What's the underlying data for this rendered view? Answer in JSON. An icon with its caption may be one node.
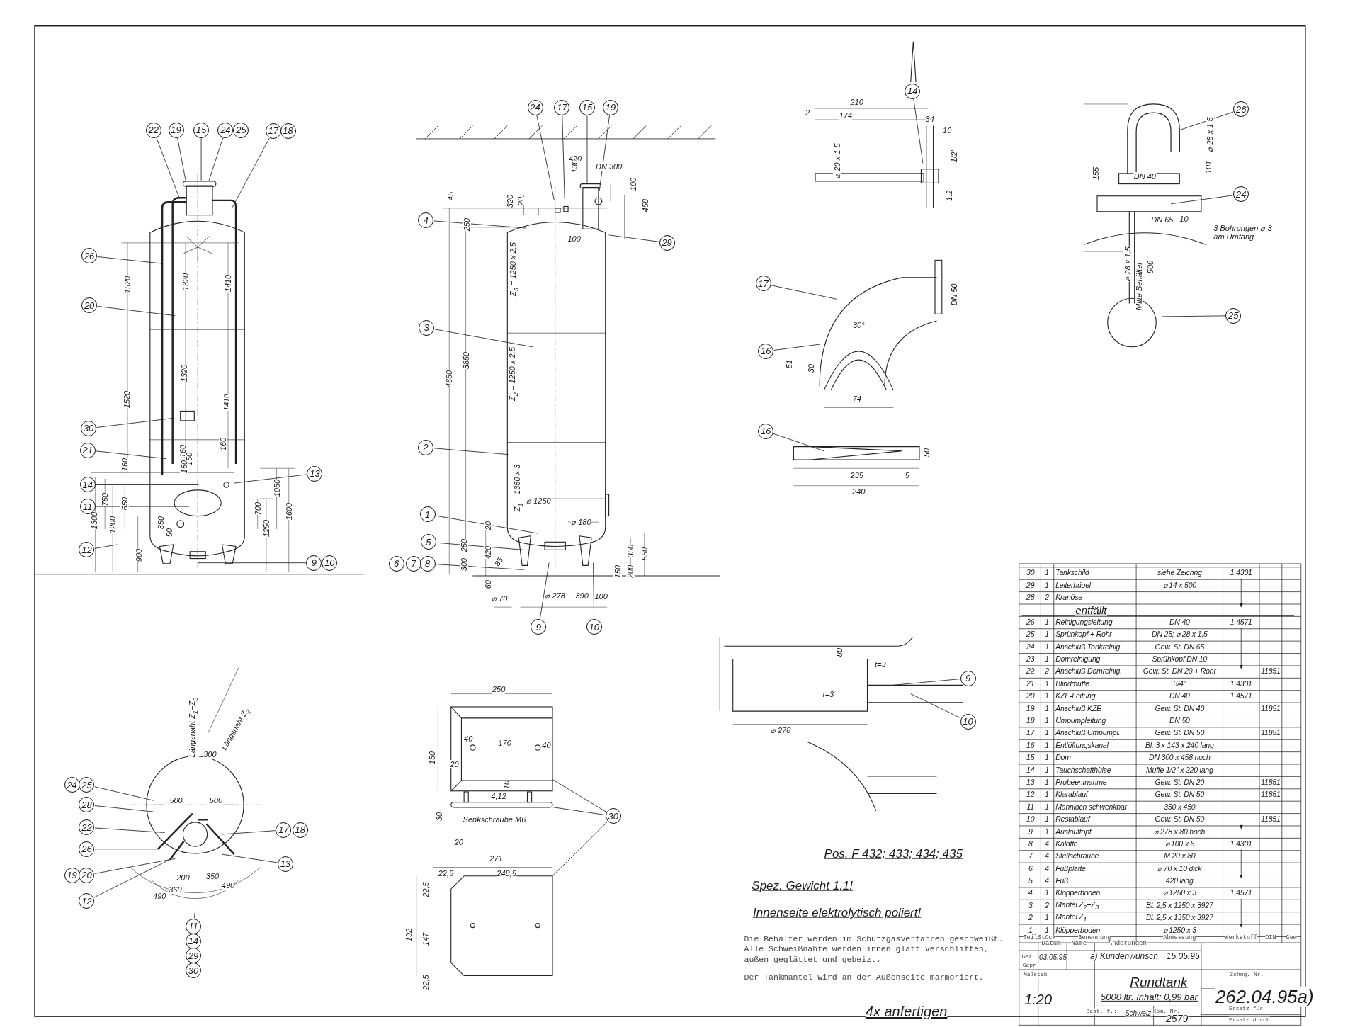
{
  "diagram": {
    "nodes": [
      {
        "text": [
          "22"
        ]
      },
      {
        "text": [
          "19"
        ]
      },
      {
        "text": [
          "15"
        ]
      },
      {
        "text": [
          "24"
        ]
      },
      {
        "text": [
          "25"
        ]
      },
      {
        "text": [
          "17"
        ]
      },
      {
        "text": [
          "18"
        ]
      },
      {
        "text": [
          "26"
        ]
      },
      {
        "text": [
          "20"
        ]
      },
      {
        "text": [
          "30"
        ]
      },
      {
        "text": [
          "21"
        ]
      },
      {
        "text": [
          "14"
        ]
      },
      {
        "text": [
          "11"
        ]
      },
      {
        "text": [
          "12"
        ]
      },
      {
        "text": [
          "13"
        ]
      },
      {
        "text": [
          "9"
        ]
      },
      {
        "text": [
          "10"
        ]
      },
      {
        "text": [
          "24"
        ]
      },
      {
        "text": [
          "17"
        ]
      },
      {
        "text": [
          "15"
        ]
      },
      {
        "text": [
          "19"
        ]
      },
      {
        "text": [
          "4"
        ]
      },
      {
        "text": [
          "29"
        ]
      },
      {
        "text": [
          "3"
        ]
      },
      {
        "text": [
          "2"
        ]
      },
      {
        "text": [
          "1"
        ]
      },
      {
        "text": [
          "5"
        ]
      },
      {
        "text": [
          "6"
        ]
      },
      {
        "text": [
          "7"
        ]
      },
      {
        "text": [
          "8"
        ]
      },
      {
        "text": [
          "9"
        ]
      },
      {
        "text": [
          "10"
        ]
      },
      {
        "text": [
          "14"
        ]
      },
      {
        "text": [
          "26"
        ]
      },
      {
        "text": [
          "24"
        ]
      },
      {
        "text": [
          "25"
        ]
      },
      {
        "text": [
          "17"
        ]
      },
      {
        "text": [
          "16"
        ]
      },
      {
        "text": [
          "16"
        ]
      },
      {
        "text": [
          "24"
        ]
      },
      {
        "text": [
          "25"
        ]
      },
      {
        "text": [
          "28"
        ]
      },
      {
        "text": [
          "22"
        ]
      },
      {
        "text": [
          "26"
        ]
      },
      {
        "text": [
          "19"
        ]
      },
      {
        "text": [
          "20"
        ]
      },
      {
        "text": [
          "12"
        ]
      },
      {
        "text": [
          "17"
        ]
      },
      {
        "text": [
          "18"
        ]
      },
      {
        "text": [
          "13"
        ]
      },
      {
        "text": [
          "11"
        ]
      },
      {
        "text": [
          "14"
        ]
      },
      {
        "text": [
          "29"
        ]
      },
      {
        "text": [
          "30"
        ]
      },
      {
        "text": [
          "30"
        ]
      },
      {
        "text": [
          "9"
        ]
      },
      {
        "text": [
          "10"
        ]
      },
      {
        "text": [],
        "shape": "picture"
      },
      {
        "text": [],
        "shape": "picture"
      },
      {
        "text": [],
        "shape": "picture"
      }
    ],
    "edges": [
      {
        "from": 0,
        "to": null,
        "arrow": "none"
      },
      {
        "from": 1,
        "to": null,
        "arrow": "none"
      },
      {
        "from": 2,
        "to": null,
        "arrow": "none"
      },
      {
        "from": 3,
        "to": null,
        "arrow": "none"
      },
      {
        "from": 5,
        "to": null,
        "arrow": "none"
      },
      {
        "from": 7,
        "to": null,
        "arrow": "none"
      },
      {
        "from": 8,
        "to": null,
        "arrow": "none"
      },
      {
        "from": 9,
        "to": null,
        "arrow": "none"
      },
      {
        "from": 10,
        "to": null,
        "arrow": "none"
      },
      {
        "from": 11,
        "to": null,
        "arrow": "none"
      },
      {
        "from": 12,
        "to": null,
        "arrow": "none"
      },
      {
        "from": 13,
        "to": null,
        "arrow": "none"
      },
      {
        "from": 14,
        "to": null,
        "arrow": "none"
      },
      {
        "from": 15,
        "to": null,
        "arrow": "none"
      },
      {
        "from": 17,
        "to": null,
        "arrow": "none"
      },
      {
        "from": 18,
        "to": null,
        "arrow": "none"
      },
      {
        "from": 19,
        "to": null,
        "arrow": "none"
      },
      {
        "from": 20,
        "to": null,
        "arrow": "none"
      },
      {
        "from": 21,
        "to": null,
        "arrow": "none"
      },
      {
        "from": 22,
        "to": null,
        "arrow": "none"
      },
      {
        "from": 23,
        "to": null,
        "arrow": "none"
      },
      {
        "from": 24,
        "to": null,
        "arrow": "none"
      },
      {
        "from": 25,
        "to": null,
        "arrow": "none"
      },
      {
        "from": 26,
        "to": null,
        "arrow": "none"
      },
      {
        "from": 29,
        "to": null,
        "arrow": "none"
      },
      {
        "from": 30,
        "to": null,
        "arrow": "none"
      },
      {
        "from": 31,
        "to": null,
        "arrow": "none"
      },
      {
        "from": 32,
        "to": null,
        "arrow": "none"
      },
      {
        "from": 33,
        "to": null,
        "arrow": "none"
      },
      {
        "from": 34,
        "to": null,
        "arrow": "none"
      },
      {
        "from": 35,
        "to": null,
        "arrow": "none"
      },
      {
        "from": 36,
        "to": null,
        "arrow": "none"
      },
      {
        "from": 37,
        "to": null,
        "arrow": "none"
      },
      {
        "from": 38,
        "to": null,
        "arrow": "none"
      },
      {
        "from": 40,
        "to": null,
        "arrow": "none"
      },
      {
        "from": 41,
        "to": null,
        "arrow": "none"
      },
      {
        "from": 42,
        "to": null,
        "arrow": "none"
      },
      {
        "from": 43,
        "to": null,
        "arrow": "none"
      },
      {
        "from": 45,
        "to": null,
        "arrow": "none"
      },
      {
        "from": 46,
        "to": null,
        "arrow": "none"
      },
      {
        "from": 47,
        "to": null,
        "arrow": "none"
      },
      {
        "from": 49,
        "to": null,
        "arrow": "none"
      },
      {
        "from": 50,
        "to": null,
        "arrow": "none"
      },
      {
        "from": 54,
        "to": 57,
        "arrow": "none"
      },
      {
        "from": 54,
        "to": 58,
        "arrow": "none"
      },
      {
        "from": 54,
        "to": 59,
        "arrow": "none"
      },
      {
        "from": 55,
        "to": null,
        "arrow": "none"
      },
      {
        "from": 56,
        "to": null,
        "arrow": "none"
      }
    ],
    "labels": [
      "1520",
      "1320",
      "1410",
      "1520",
      "1320",
      "1410",
      "160",
      "150",
      "160",
      "150",
      "160",
      "1050",
      "750",
      "650",
      "700",
      "1600",
      "1300",
      "350",
      "1200",
      "1250",
      "50",
      "900",
      "420",
      "DN 300",
      "45",
      "320",
      "20",
      "136",
      "100",
      "458",
      "250",
      "100",
      "Z$_{3}$ = 1250 x 2,5",
      "3850",
      "Z$_{2}$ = 1250 x 2,5",
      "4650",
      "Z$_{1}$ = 1350 x 3",
      "⌀ 1250",
      "20",
      "⌀ 180",
      "250",
      "420",
      "350",
      "550",
      "300",
      "85",
      "150",
      "200",
      "60",
      "⌀ 70",
      "⌀ 278",
      "390",
      "100",
      "210",
      "174",
      "2",
      "34",
      "10",
      "⌀ 20 x 1,5",
      "1/2\"",
      "1:2",
      "⌀ 28 x 1,5",
      "155",
      "101",
      "DN 40",
      "DN 65",
      "10",
      "3 Bohrungen ⌀ 3 am Umfang",
      "⌀ 28 x 1,5",
      "500",
      "Mitte Behälter",
      "DN 50",
      "30°",
      "51",
      "30",
      "74",
      "50",
      "235",
      "5",
      "240",
      "80",
      "t=3",
      "t=3",
      "⌀ 278",
      "Längsnaht Z$_{1}$+Z$_{3}$",
      "Längsnaht Z$_{2}$",
      "300",
      "500",
      "500",
      "200",
      "350",
      "490",
      "360",
      "490",
      "250",
      "40",
      "170",
      "40",
      "150",
      "20",
      "10",
      "4,12",
      "30",
      "Senkschraube M6",
      "20",
      "271",
      "22,5",
      "248,5",
      "22,5",
      "192",
      "147",
      "22,5",
      "Pos. F 432; 433; 434; 435",
      "Spez. Gewicht 1,1!",
      "Innenseite elektrolytisch poliert!",
      "Die Behälter werden im Schutzgasverfahren geschweißt. Alle Schweißnähte werden innen glatt verschliffen, außen geglättet und gebeizt.",
      "Der Tankmantel wird an der Außenseite marmoriert.",
      "4x anfertigen",
      "30",
      "1",
      "Tankschild",
      "siehe Zeichng",
      "1.4301",
      "29",
      "1",
      "Leiterbügel",
      "⌀ 14 x 500",
      "28",
      "2",
      "Kranöse",
      "entfällt",
      "26",
      "1",
      "Reinigungsleitung",
      "DN 40",
      "1.4571",
      "25",
      "1",
      "Sprühkopf + Rohr",
      "DN 25; ⌀ 28 x 1,5",
      "24",
      "1",
      "Anschluß Tankreinig.",
      "Gew. St. DN 65",
      "23",
      "1",
      "Domreinigung",
      "Sprühkopf DN 10",
      "22",
      "2",
      "Anschluß Domreinig.",
      "Gew. St. DN 20 + Rohr",
      "11851",
      "21",
      "1",
      "Blindmuffe",
      "3/4\"",
      "1.4301",
      "20",
      "1",
      "KZE-Leitung",
      "DN 40",
      "1.4571",
      "19",
      "1",
      "Anschluß KZE",
      "Gew. St. DN 40",
      "11851",
      "18",
      "1",
      "Umpumpleitung",
      "DN 50",
      "17",
      "1",
      "Anschluß Umpumpl.",
      "Gew. St. DN 50",
      "11851",
      "16",
      "1",
      "Entlüftungskanal",
      "Bl. 3 x 143 x 240 lang",
      "15",
      "1",
      "Dom",
      "DN 300 x 458 hoch",
      "14",
      "1",
      "Tauchschafthülse",
      "Muffe 1/2\" x 220 lang",
      "13",
      "1",
      "Probeentnahme",
      "Gew. St. DN 20",
      "11851",
      "12",
      "1",
      "Klarablauf",
      "Gew. St. DN 50",
      "11851",
      "11",
      "1",
      "Mannloch schwenkbar",
      "350 x 450",
      "10",
      "1",
      "Restablauf",
      "Gew. St. DN 50",
      "11851",
      "9",
      "1",
      "Auslauftopf",
      "⌀ 278 x 80 hoch",
      "8",
      "4",
      "Kalotte",
      "⌀ 100 x 6",
      "1.4301",
      "7",
      "4",
      "Stellschraube",
      "M 20 x 80",
      "6",
      "4",
      "Fußplatte",
      "⌀ 70 x 10 dick",
      "5",
      "4",
      "Fuß",
      "420 lang",
      "4",
      "1",
      "Klöpperboden",
      "⌀ 1250 x 3",
      "1.4571",
      "3",
      "2",
      "Mantel Z$_{2}$+Z$_{3}$",
      "Bl. 2,5 x 1250 x 3927",
      "2",
      "1",
      "Mantel Z$_{1}$",
      "Bl. 2,5 x 1350 x 3927",
      "1",
      "1",
      "Klöpperboden",
      "⌀ 1250 x 3",
      "Teil",
      "Stück",
      "Benennung",
      "Abmessung",
      "Werkstoff",
      "DIN",
      "Gew",
      "Datum",
      "Name",
      "Änderungen",
      "Gez.",
      "03.05.95",
      "a) Kundenwunsch",
      "15.05.95",
      "Gepr.",
      "Maßstab",
      "1:20",
      "Rundtank",
      "5000 ltr. Inhalt; 0,99 bar",
      "Zchng. Nr.",
      "262.04.95a)",
      "Best. f.:",
      "Schweiz",
      "Kom. Nr.",
      "2579",
      "Ersatz für",
      "Ersatz durch"
    ]
  }
}
